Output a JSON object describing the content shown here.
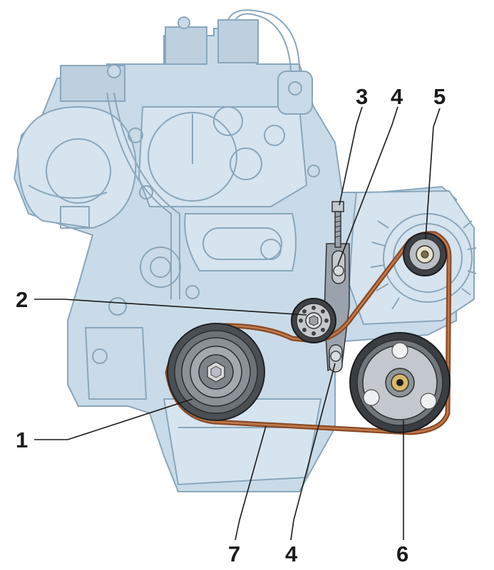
{
  "callouts": [
    {
      "id": "1",
      "label": "1"
    },
    {
      "id": "2",
      "label": "2"
    },
    {
      "id": "3",
      "label": "3"
    },
    {
      "id": "4a",
      "label": "4"
    },
    {
      "id": "4b",
      "label": "4"
    },
    {
      "id": "5",
      "label": "5"
    },
    {
      "id": "6",
      "label": "6"
    },
    {
      "id": "7",
      "label": "7"
    }
  ],
  "colors": {
    "engine_fill": "#c9dbe8",
    "engine_outline": "#8aa6bb",
    "belt": "#8a4a26",
    "pulley_metal": "#9aa3ab",
    "text": "#1a1a1a"
  }
}
